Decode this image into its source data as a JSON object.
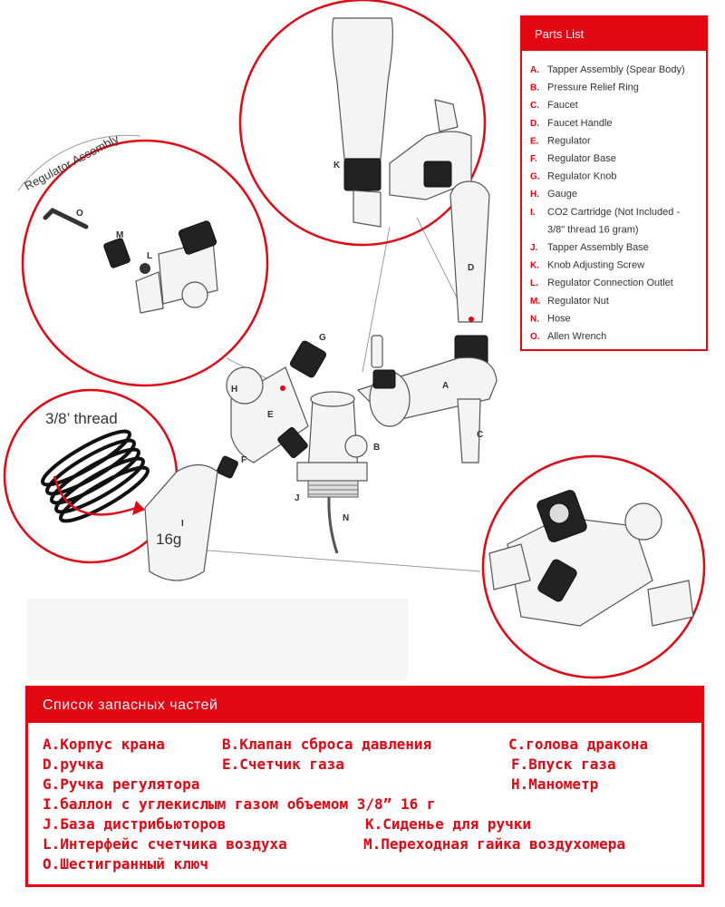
{
  "parts_list": {
    "title": "Parts List",
    "items": [
      {
        "letter": "A.",
        "text": "Tapper Assembly (Spear Body)"
      },
      {
        "letter": "B.",
        "text": "Pressure Relief Ring"
      },
      {
        "letter": "C.",
        "text": "Faucet"
      },
      {
        "letter": "D.",
        "text": "Faucet Handle"
      },
      {
        "letter": "E.",
        "text": "Regulator"
      },
      {
        "letter": "F.",
        "text": "Regulator Base"
      },
      {
        "letter": "G.",
        "text": "Regulator Knob"
      },
      {
        "letter": "H.",
        "text": "Gauge"
      },
      {
        "letter": "I.",
        "text": "CO2 Cartridge (Not Included -"
      },
      {
        "letter": "",
        "text": "3/8\" thread 16 gram)"
      },
      {
        "letter": "J.",
        "text": "Tapper Assembly Base"
      },
      {
        "letter": "K.",
        "text": "Knob Adjusting Screw"
      },
      {
        "letter": "L.",
        "text": "Regulator Connection Outlet"
      },
      {
        "letter": "M.",
        "text": "Regulator Nut"
      },
      {
        "letter": "N.",
        "text": "Hose"
      },
      {
        "letter": "O.",
        "text": "Allen Wrench"
      }
    ],
    "accent": "#e30613"
  },
  "diagram": {
    "regulator_assembly_label": "Regulator Assembly",
    "thread_label": "3/8’ thread",
    "cartridge_label": "16g",
    "labels": {
      "A": "A",
      "B": "B",
      "C": "C",
      "D": "D",
      "E": "E",
      "F": "F",
      "G": "G",
      "H": "H",
      "I": "I",
      "J": "J",
      "K": "K",
      "L": "L",
      "M": "M",
      "N": "N",
      "O": "O"
    }
  },
  "ru_list": {
    "title": "Список запасных частей",
    "items": {
      "a": "A.Корпус крана",
      "b": "B.Клапан сброса давления",
      "c": "C.голова дракона",
      "d": "D.ручка",
      "e": "E.Счетчик газа",
      "f": "F.Впуск газа",
      "g": "G.Ручка регулятора",
      "h": "H.Манометр",
      "i": "I.баллон с углекислым газом объемом 3/8”  16 г",
      "j": "J.База дистрибьюторов",
      "k": "K.Сиденье для ручки",
      "l": "L.Интерфейс счетчика воздуха",
      "m": "M.Переходная гайка воздухомера",
      "o": "O.Шестигранный ключ"
    }
  }
}
